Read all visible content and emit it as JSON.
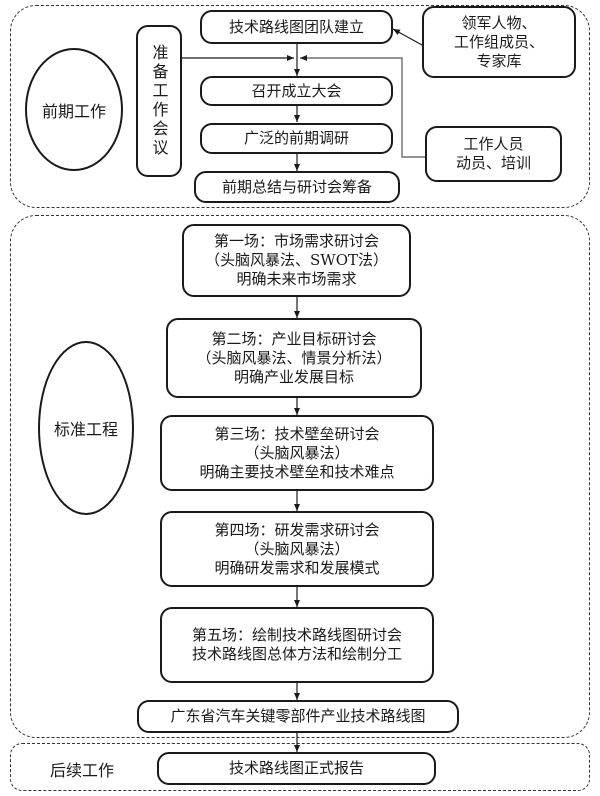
{
  "preliminary": {
    "label": "前期工作",
    "prep_meeting": "准备工作会议",
    "steps": [
      "技术路线图团队建立",
      "召开成立大会",
      "广泛的前期调研",
      "前期总结与研讨会筹备"
    ],
    "side_inputs": [
      [
        "领军人物、",
        "工作组成员、",
        "专家库"
      ],
      [
        "工作人员",
        "动员、培训"
      ]
    ]
  },
  "standard": {
    "label": "标准工程",
    "workshops": [
      [
        "第一场：市场需求研讨会",
        "（头脑风暴法、SWOT法）",
        "明确未来市场需求"
      ],
      [
        "第二场：产业目标研讨会",
        "（头脑风暴法、情景分析法）",
        "明确产业发展目标"
      ],
      [
        "第三场：技术壁垒研讨会",
        "（头脑风暴法）",
        "明确主要技术壁垒和技术难点"
      ],
      [
        "第四场：研发需求研讨会",
        "（头脑风暴法）",
        "明确研发需求和发展模式"
      ],
      [
        "第五场：绘制技术路线图研讨会",
        "技术路线图总体方法和绘制分工"
      ]
    ],
    "output": "广东省汽车关键零部件产业技术路线图"
  },
  "followup": {
    "label": "后续工作",
    "report": "技术路线图正式报告"
  }
}
